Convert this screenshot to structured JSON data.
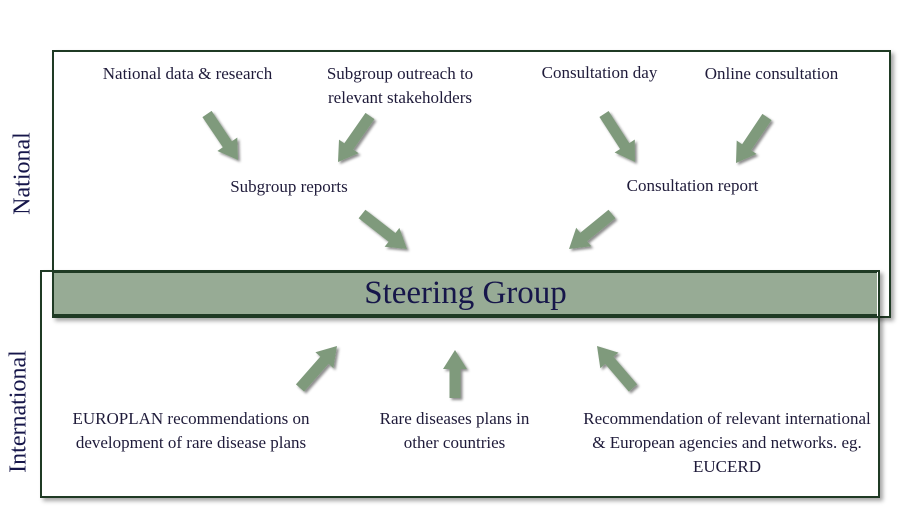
{
  "side_labels": {
    "national": "National",
    "international": "International"
  },
  "center": {
    "steering_group": "Steering Group"
  },
  "national": {
    "sources": [
      "National data & research",
      "Subgroup outreach to relevant stakeholders",
      "Consultation day",
      "Online consultation"
    ],
    "subgroup_reports": "Subgroup reports",
    "consultation_report": "Consultation report"
  },
  "international": {
    "europlan": "EUROPLAN recommendations on development of rare disease plans",
    "other_countries": "Rare diseases plans in other countries",
    "agencies": "Recommendation of relevant international & European agencies and networks. eg. EUCERD"
  },
  "colors": {
    "arrow_fill": "#7f9a7c",
    "band_fill": "#97ab95",
    "box_border": "#1f3a24",
    "text": "#16164a"
  }
}
